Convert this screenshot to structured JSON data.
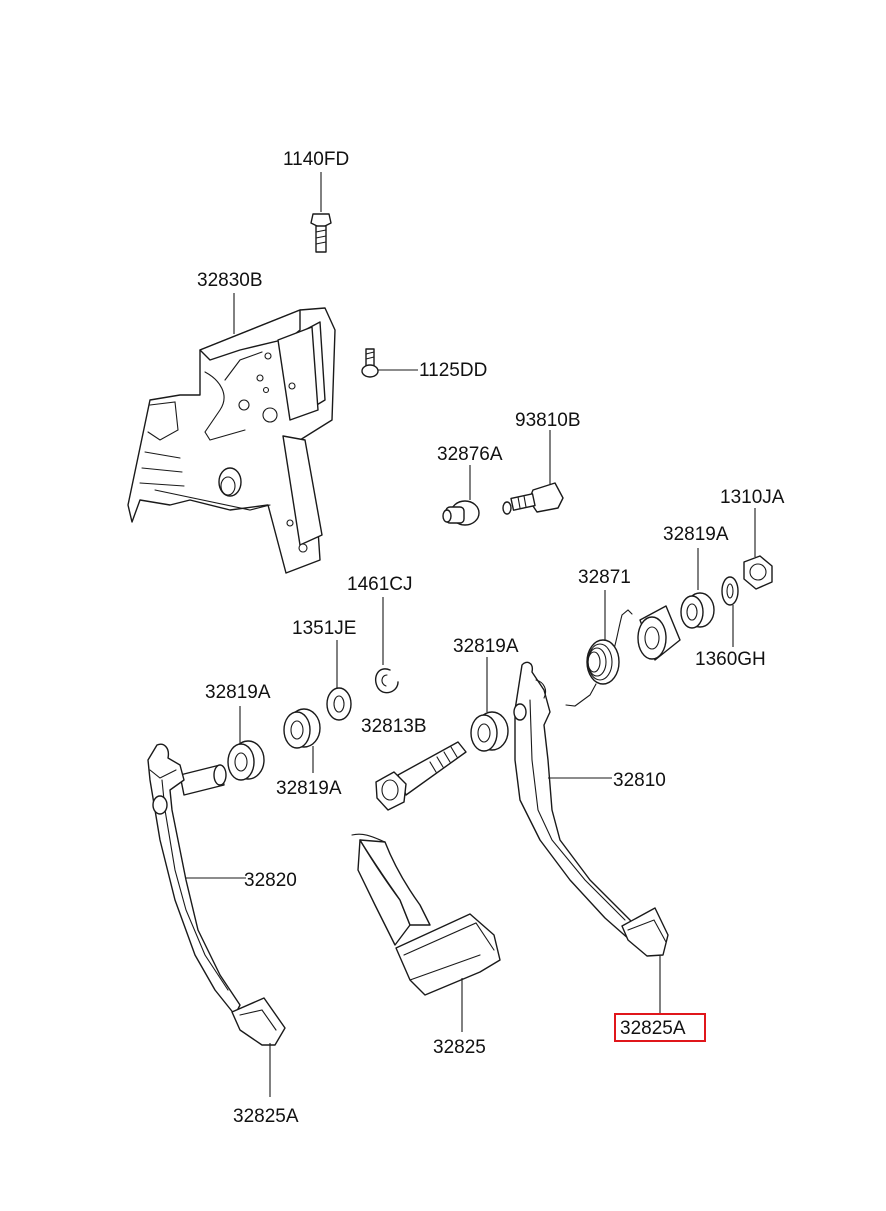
{
  "labels": {
    "p1140fd": "1140FD",
    "p32830b": "32830B",
    "p1125dd": "1125DD",
    "p93810b": "93810B",
    "p32876a": "32876A",
    "p1310ja": "1310JA",
    "p32819a_top": "32819A",
    "p32871": "32871",
    "p1360gh": "1360GH",
    "p1461cj": "1461CJ",
    "p1351je": "1351JE",
    "p32819a_mid": "32819A",
    "p32819a_left": "32819A",
    "p32813b": "32813B",
    "p32819a_bot": "32819A",
    "p32810": "32810",
    "p32820": "32820",
    "p32825": "32825",
    "p32825a_left": "32825A",
    "p32825a_right": "32825A"
  },
  "highlighted_part": "32825A",
  "colors": {
    "line": "#1a1a1a",
    "highlight": "#e0161b",
    "background": "#ffffff"
  }
}
